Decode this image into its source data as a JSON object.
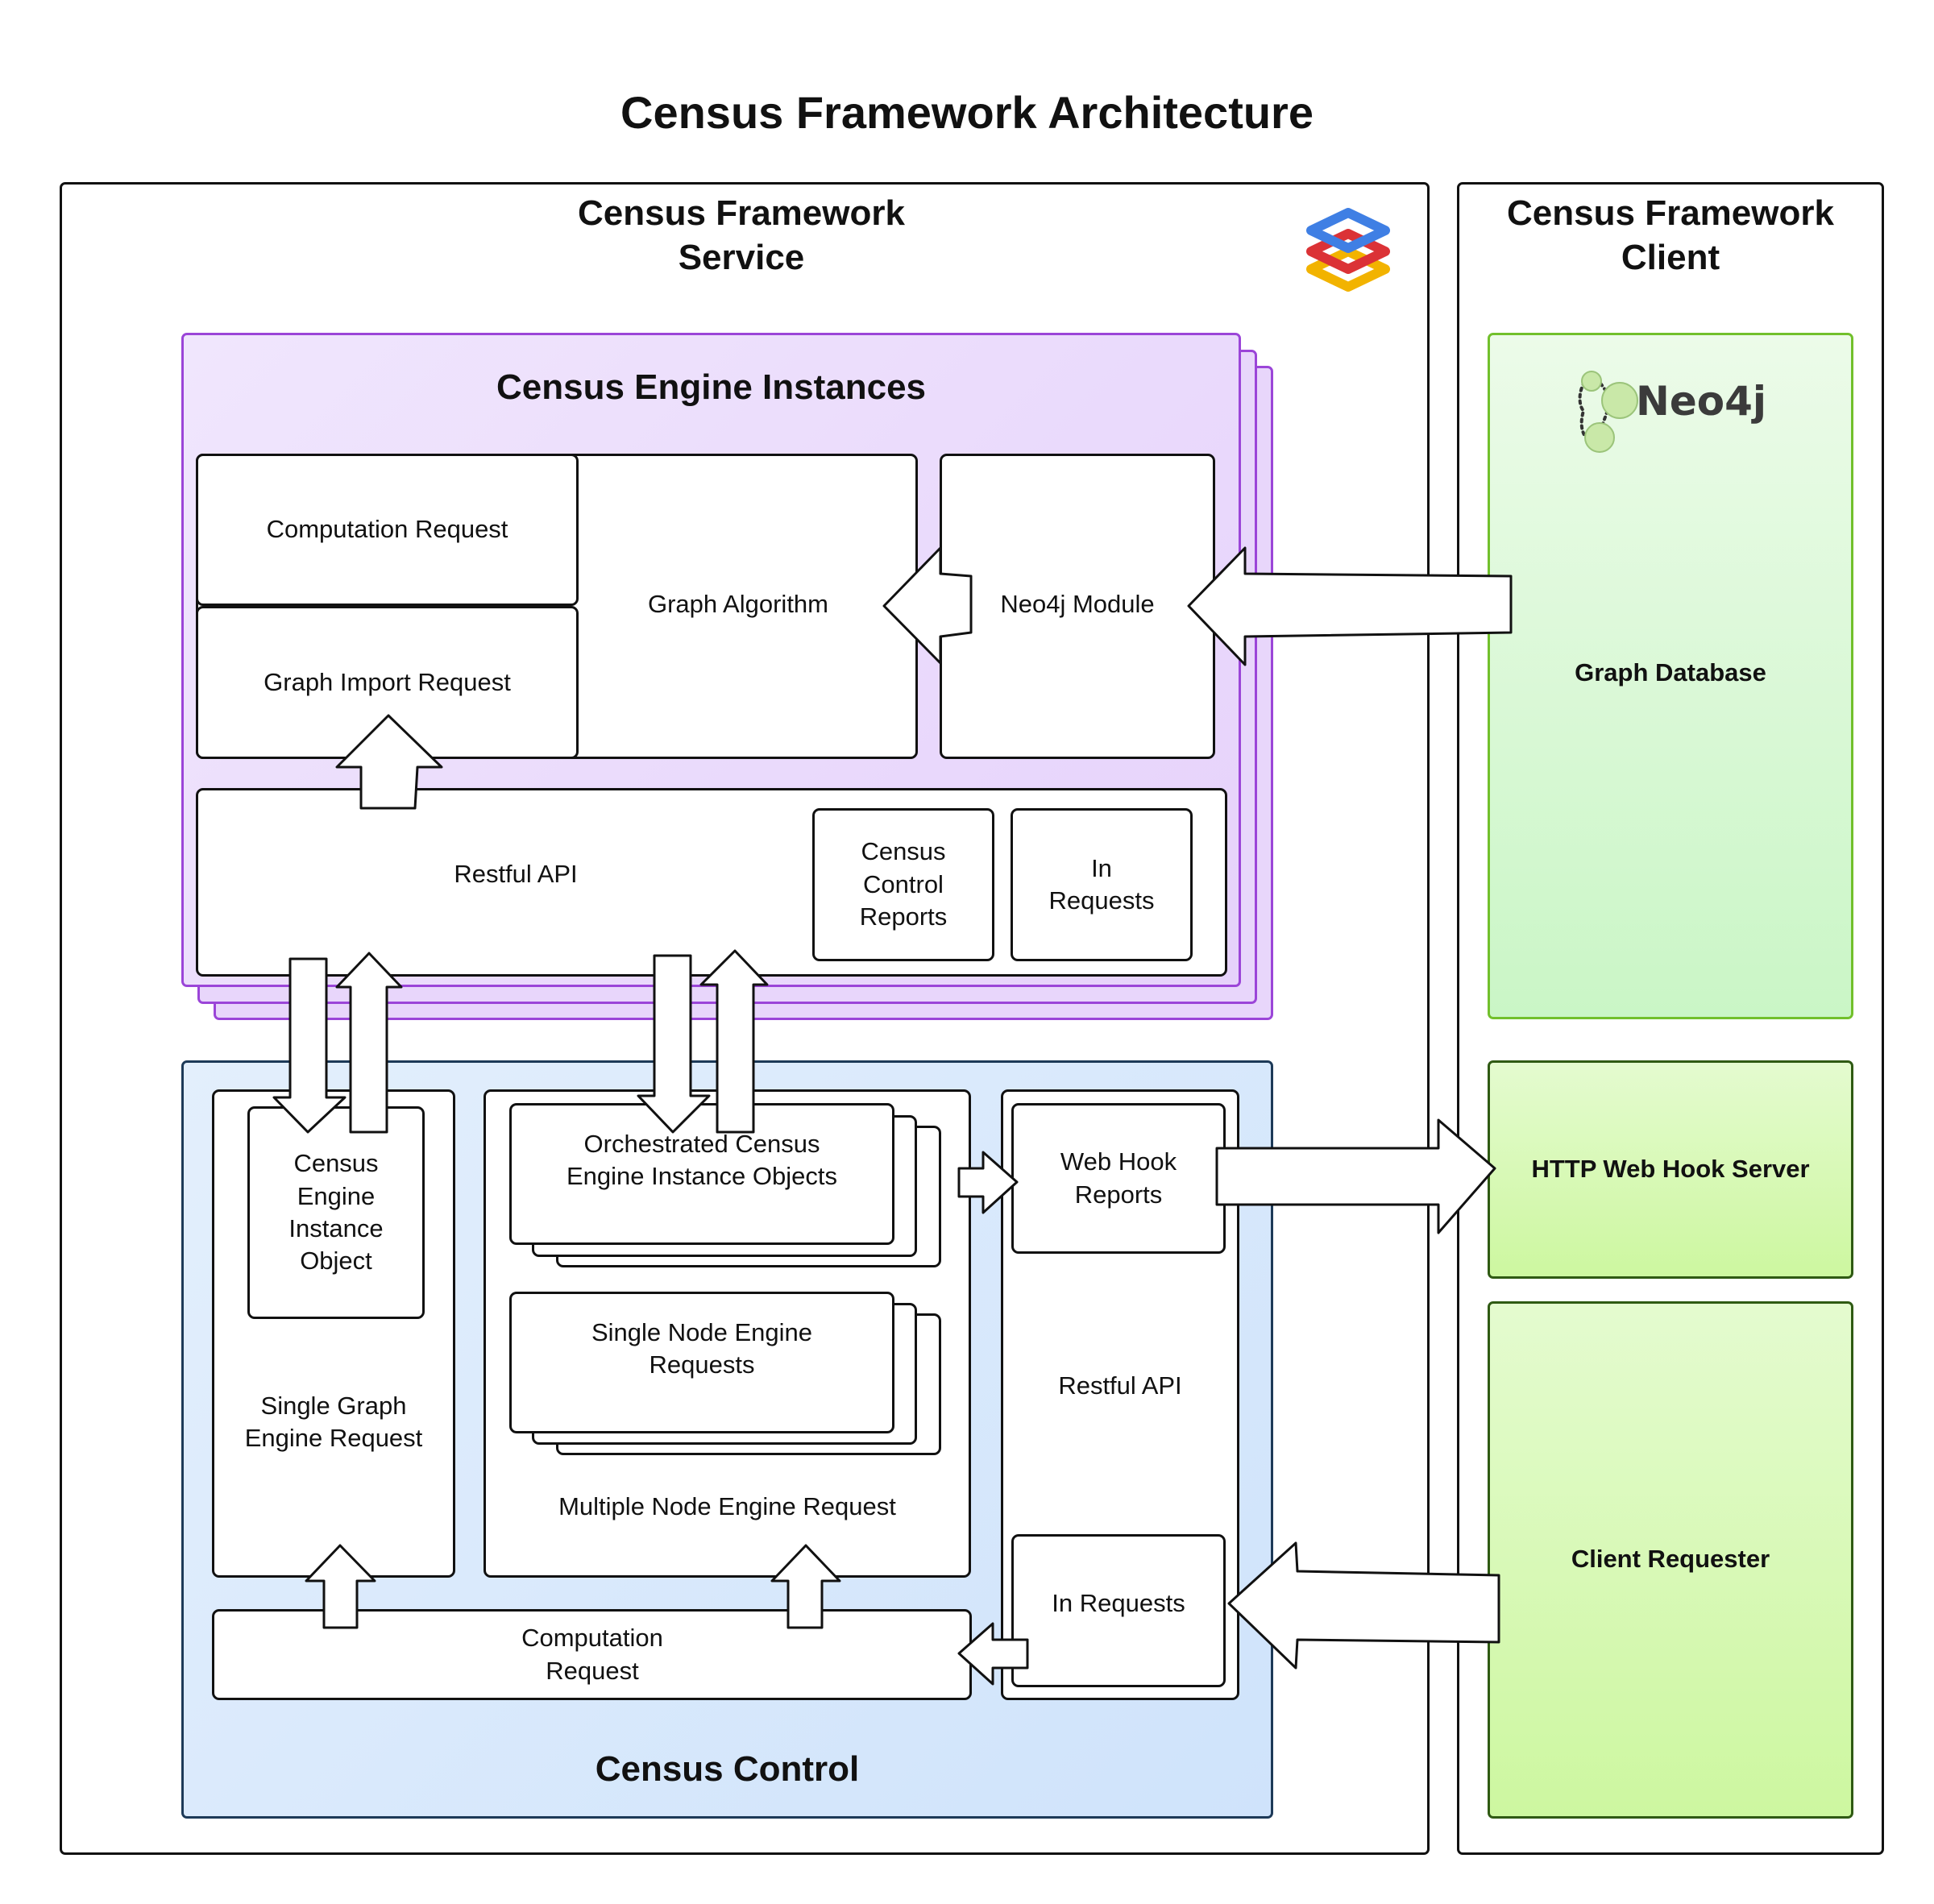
{
  "title": "Census Framework Architecture",
  "service": {
    "heading": "Census Framework\nService",
    "engine_instances": {
      "heading": "Census Engine Instances",
      "computation_request": "Computation Request",
      "graph_import_request": "Graph Import Request",
      "graph_algorithm": "Graph Algorithm",
      "neo4j_module": "Neo4j Module",
      "restful_api": "Restful API",
      "census_control_reports": "Census\nControl\nReports",
      "in_requests": "In\nRequests"
    },
    "census_control": {
      "heading": "Census Control",
      "engine_instance_object": "Census\nEngine\nInstance\nObject",
      "single_graph_engine_request": "Single Graph\nEngine Request",
      "orchestrated_objects": "Orchestrated Census\nEngine Instance Objects",
      "single_node_engine_requests": "Single Node Engine\nRequests",
      "multiple_node_engine_request": "Multiple Node Engine Request",
      "web_hook_reports": "Web Hook\nReports",
      "restful_api": "Restful API",
      "in_requests": "In Requests",
      "computation_request": "Computation\nRequest"
    }
  },
  "client": {
    "heading": "Census Framework\nClient",
    "neo4j_logo_text": "Neo4j",
    "graph_database": "Graph Database",
    "http_web_hook_server": "HTTP Web Hook Server",
    "client_requester": "Client Requester"
  },
  "colors": {
    "engine_fill": "#e9d9fb",
    "engine_border": "#9b45d8",
    "control_fill": "#d6e8fb",
    "control_border": "#1d3a58",
    "green_fill_top": "#e9fbe6",
    "green_fill_bottom": "#c9f5c4",
    "green_border": "#72c02c",
    "lime_fill": "#d3f9a6",
    "lime_border": "#2f5a13"
  }
}
